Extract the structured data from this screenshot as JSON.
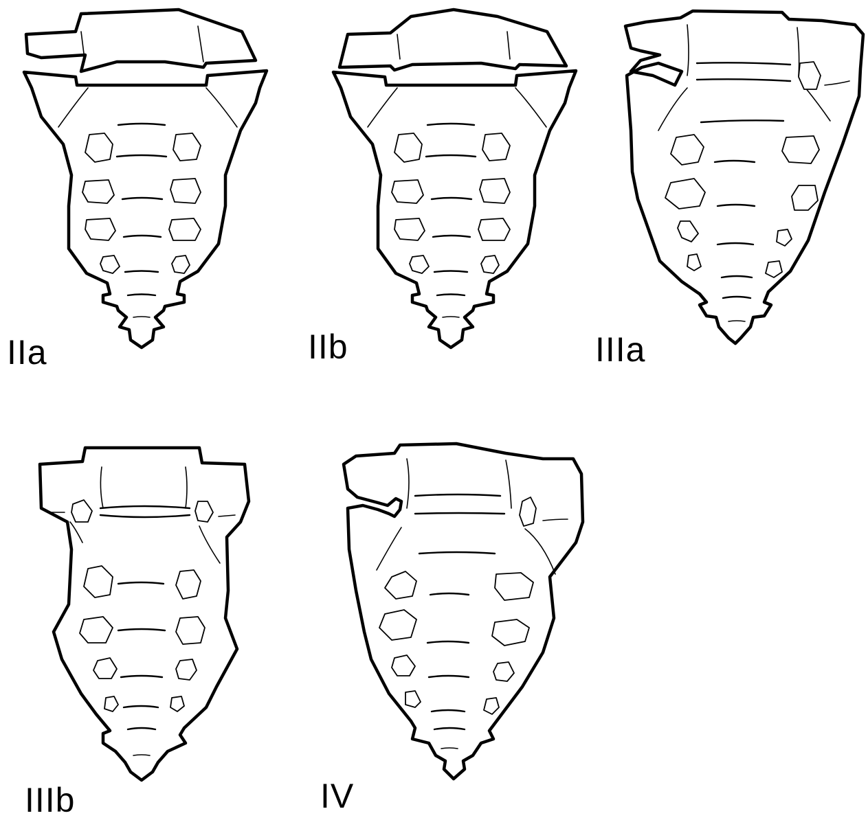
{
  "panels": [
    {
      "id": "IIa",
      "label": "IIa"
    },
    {
      "id": "IIb",
      "label": "IIb"
    },
    {
      "id": "IIIa",
      "label": "IIIa"
    },
    {
      "id": "IIIb",
      "label": "IIIb"
    },
    {
      "id": "IV",
      "label": "IV"
    }
  ],
  "colors": {
    "stroke": "#000000",
    "background": "#ffffff"
  }
}
